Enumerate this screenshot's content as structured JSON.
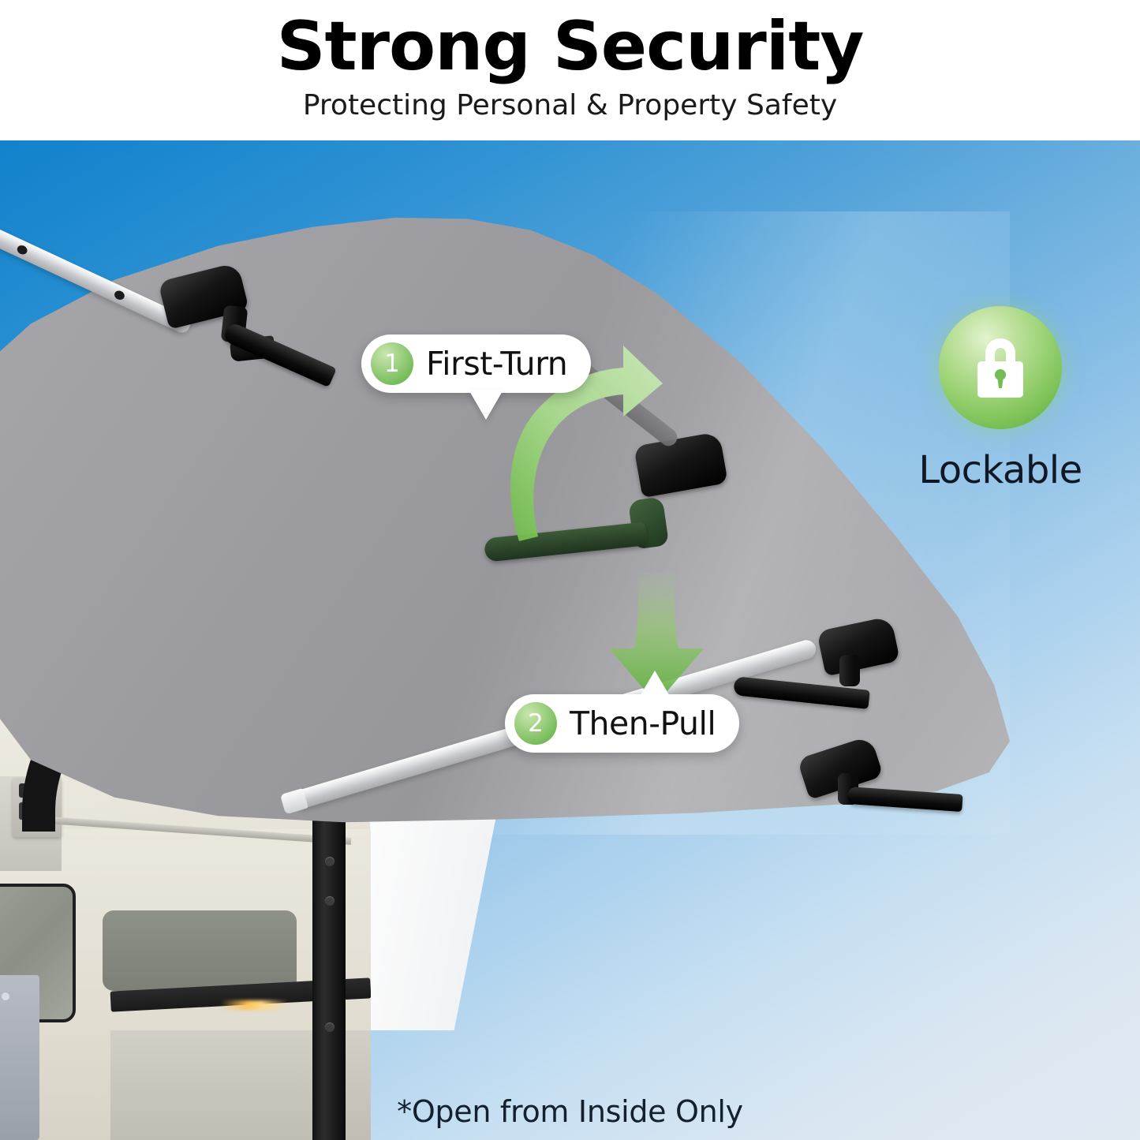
{
  "header": {
    "title": "Strong Security",
    "subtitle": "Protecting Personal & Property Safety"
  },
  "steps": [
    {
      "number": "1",
      "label": "First-Turn",
      "icon": "curved-arrow-icon"
    },
    {
      "number": "2",
      "label": "Then-Pull",
      "icon": "down-arrow-icon"
    }
  ],
  "feature": {
    "icon": "lock-icon",
    "caption": "Lockable"
  },
  "footnote": "*Open from Inside Only",
  "colors": {
    "sky_start": "#0c7fca",
    "sky_end": "#e1e9f2",
    "panel_gray": "#9c9ca0",
    "accent_green": "#7dc257",
    "green_deep": "#5ba33c",
    "handle_black": "#0d0d0d",
    "handle_green": "#2c4429",
    "text_dark": "#101826",
    "pill_white": "#ffffff"
  },
  "scene": {
    "panel_name": "rv-door-underside-panel",
    "handles": [
      {
        "name": "latch-handle-top-left",
        "state": "closed"
      },
      {
        "name": "latch-handle-center-green",
        "state": "turned"
      },
      {
        "name": "latch-handle-mid-right",
        "state": "closed"
      },
      {
        "name": "latch-handle-bottom-right",
        "state": "closed"
      }
    ],
    "support_rod": "telescoping-support-rod",
    "interior": "rv-interior-through-open-door"
  }
}
